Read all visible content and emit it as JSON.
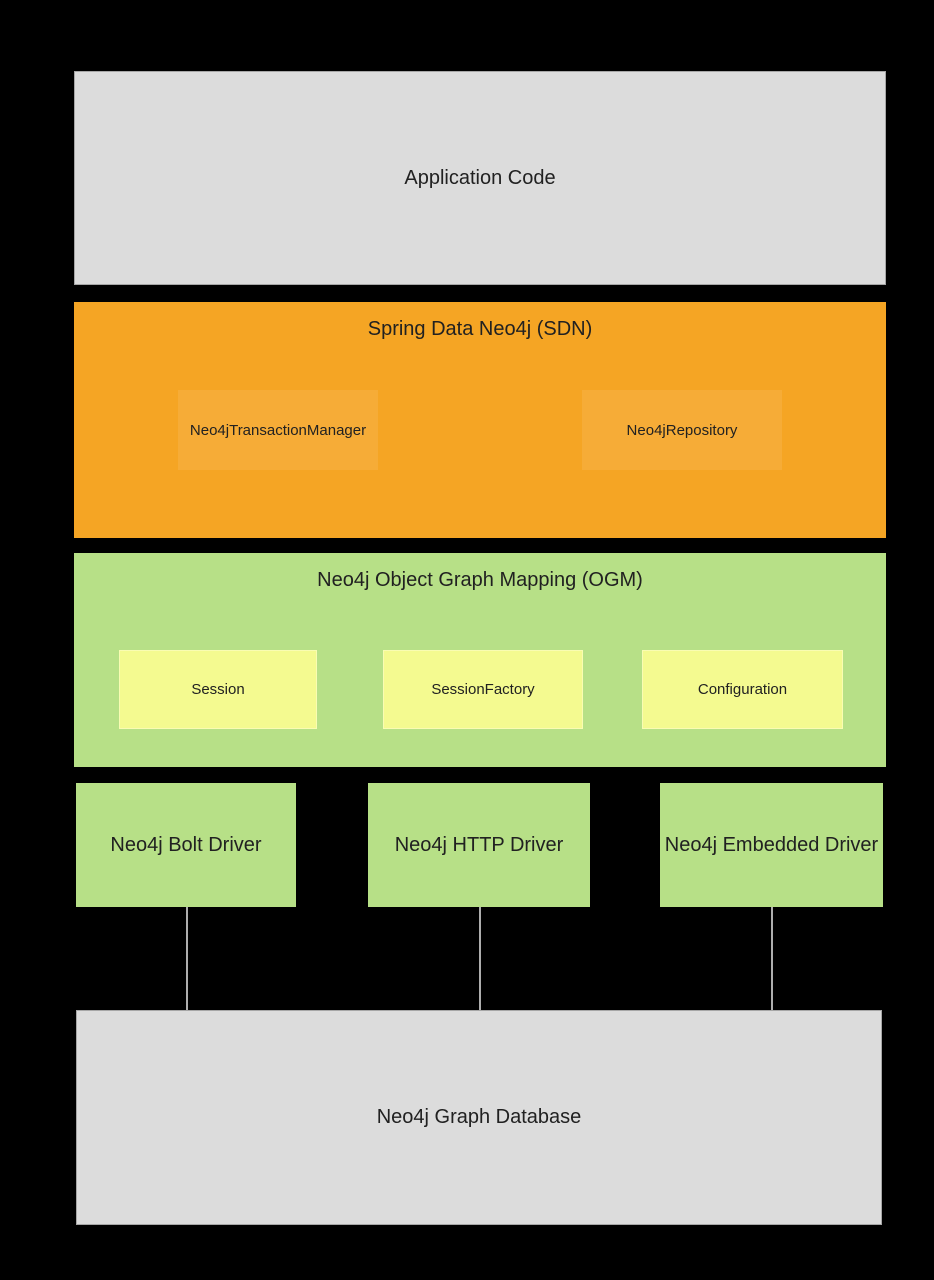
{
  "colors": {
    "background": "#000000",
    "gray_box": "#dcdcdc",
    "gray_border": "#a6a6a6",
    "orange": "#f5a524",
    "orange_inner": "#f6ac37",
    "green": "#b7e087",
    "yellow": "#f4fa90",
    "connector": "#aeaeae",
    "text": "#212121"
  },
  "layers": {
    "application": {
      "label": "Application Code"
    },
    "sdn": {
      "title": "Spring Data Neo4j (SDN)",
      "components": [
        {
          "label": "Neo4jTransactionManager"
        },
        {
          "label": "Neo4jRepository"
        }
      ]
    },
    "ogm": {
      "title": "Neo4j Object Graph Mapping (OGM)",
      "components": [
        {
          "label": "Session"
        },
        {
          "label": "SessionFactory"
        },
        {
          "label": "Configuration"
        }
      ]
    },
    "drivers": [
      {
        "label": "Neo4j Bolt Driver"
      },
      {
        "label": "Neo4j HTTP Driver"
      },
      {
        "label": "Neo4j Embedded Driver"
      }
    ],
    "database": {
      "label": "Neo4j Graph Database"
    }
  }
}
